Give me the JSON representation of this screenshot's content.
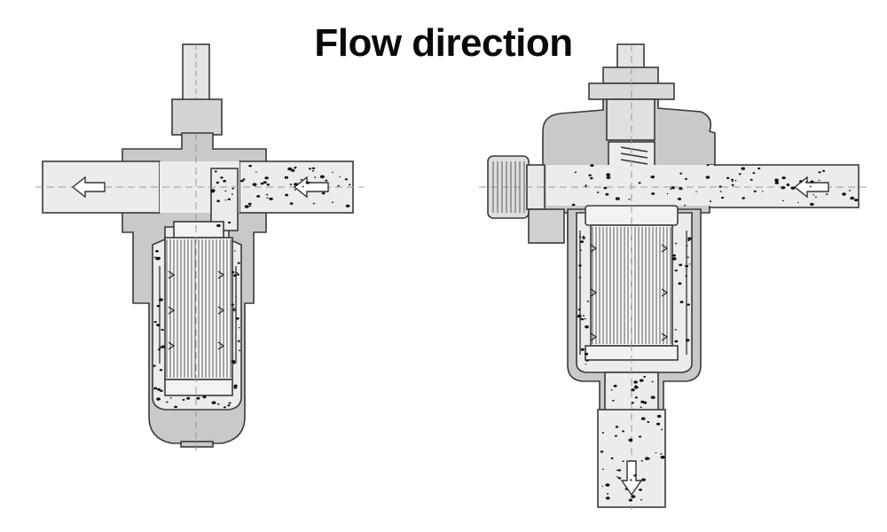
{
  "title": "Flow direction",
  "colors": {
    "water": "#ececec",
    "housing": "#c9c9c9",
    "outline": "#3a3a3a",
    "background": "#ffffff",
    "speckle": "#111111"
  },
  "filters": [
    {
      "name": "left-filter-cross-section",
      "inlet_side": "right",
      "outlet_side": "left"
    },
    {
      "name": "right-filter-cross-section",
      "inlet_side": "right",
      "outlet_side": "bottom"
    }
  ]
}
